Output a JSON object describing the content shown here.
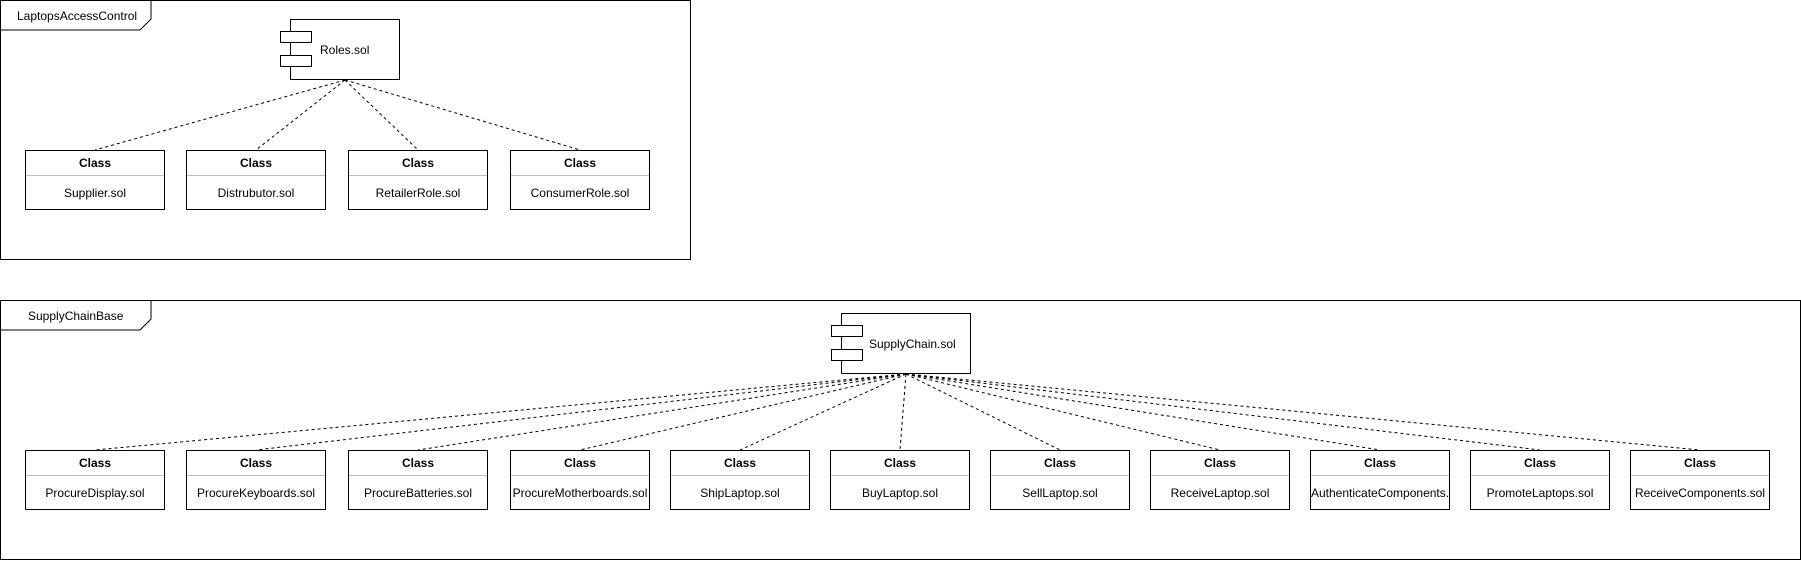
{
  "frames": [
    {
      "title": "LaptopsAccessControl",
      "component": {
        "label": "Roles.sol"
      },
      "classes": [
        {
          "stereotype": "Class",
          "name": "Supplier.sol"
        },
        {
          "stereotype": "Class",
          "name": "Distrubutor.sol"
        },
        {
          "stereotype": "Class",
          "name": "RetailerRole.sol"
        },
        {
          "stereotype": "Class",
          "name": "ConsumerRole.sol"
        }
      ]
    },
    {
      "title": "SupplyChainBase",
      "component": {
        "label": "SupplyChain.sol"
      },
      "classes": [
        {
          "stereotype": "Class",
          "name": "ProcureDisplay.sol"
        },
        {
          "stereotype": "Class",
          "name": "ProcureKeyboards.sol"
        },
        {
          "stereotype": "Class",
          "name": "ProcureBatteries.sol"
        },
        {
          "stereotype": "Class",
          "name": "ProcureMotherboards.sol"
        },
        {
          "stereotype": "Class",
          "name": "ShipLaptop.sol"
        },
        {
          "stereotype": "Class",
          "name": "BuyLaptop.sol"
        },
        {
          "stereotype": "Class",
          "name": "SellLaptop.sol"
        },
        {
          "stereotype": "Class",
          "name": "ReceiveLaptop.sol"
        },
        {
          "stereotype": "Class",
          "name": "AuthenticateComponents."
        },
        {
          "stereotype": "Class",
          "name": "PromoteLaptops.sol"
        },
        {
          "stereotype": "Class",
          "name": "ReceiveComponents.sol"
        }
      ]
    }
  ],
  "style": {
    "line_color": "#000000",
    "divider_color": "#bdbdbd"
  }
}
